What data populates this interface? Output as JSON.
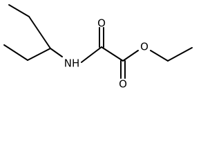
{
  "molecule": {
    "atoms": {
      "oxygen_ketone": "O",
      "amide_nitrogen": "NH",
      "ester_oxygen": "O",
      "oxygen_carbonyl": "O"
    }
  }
}
